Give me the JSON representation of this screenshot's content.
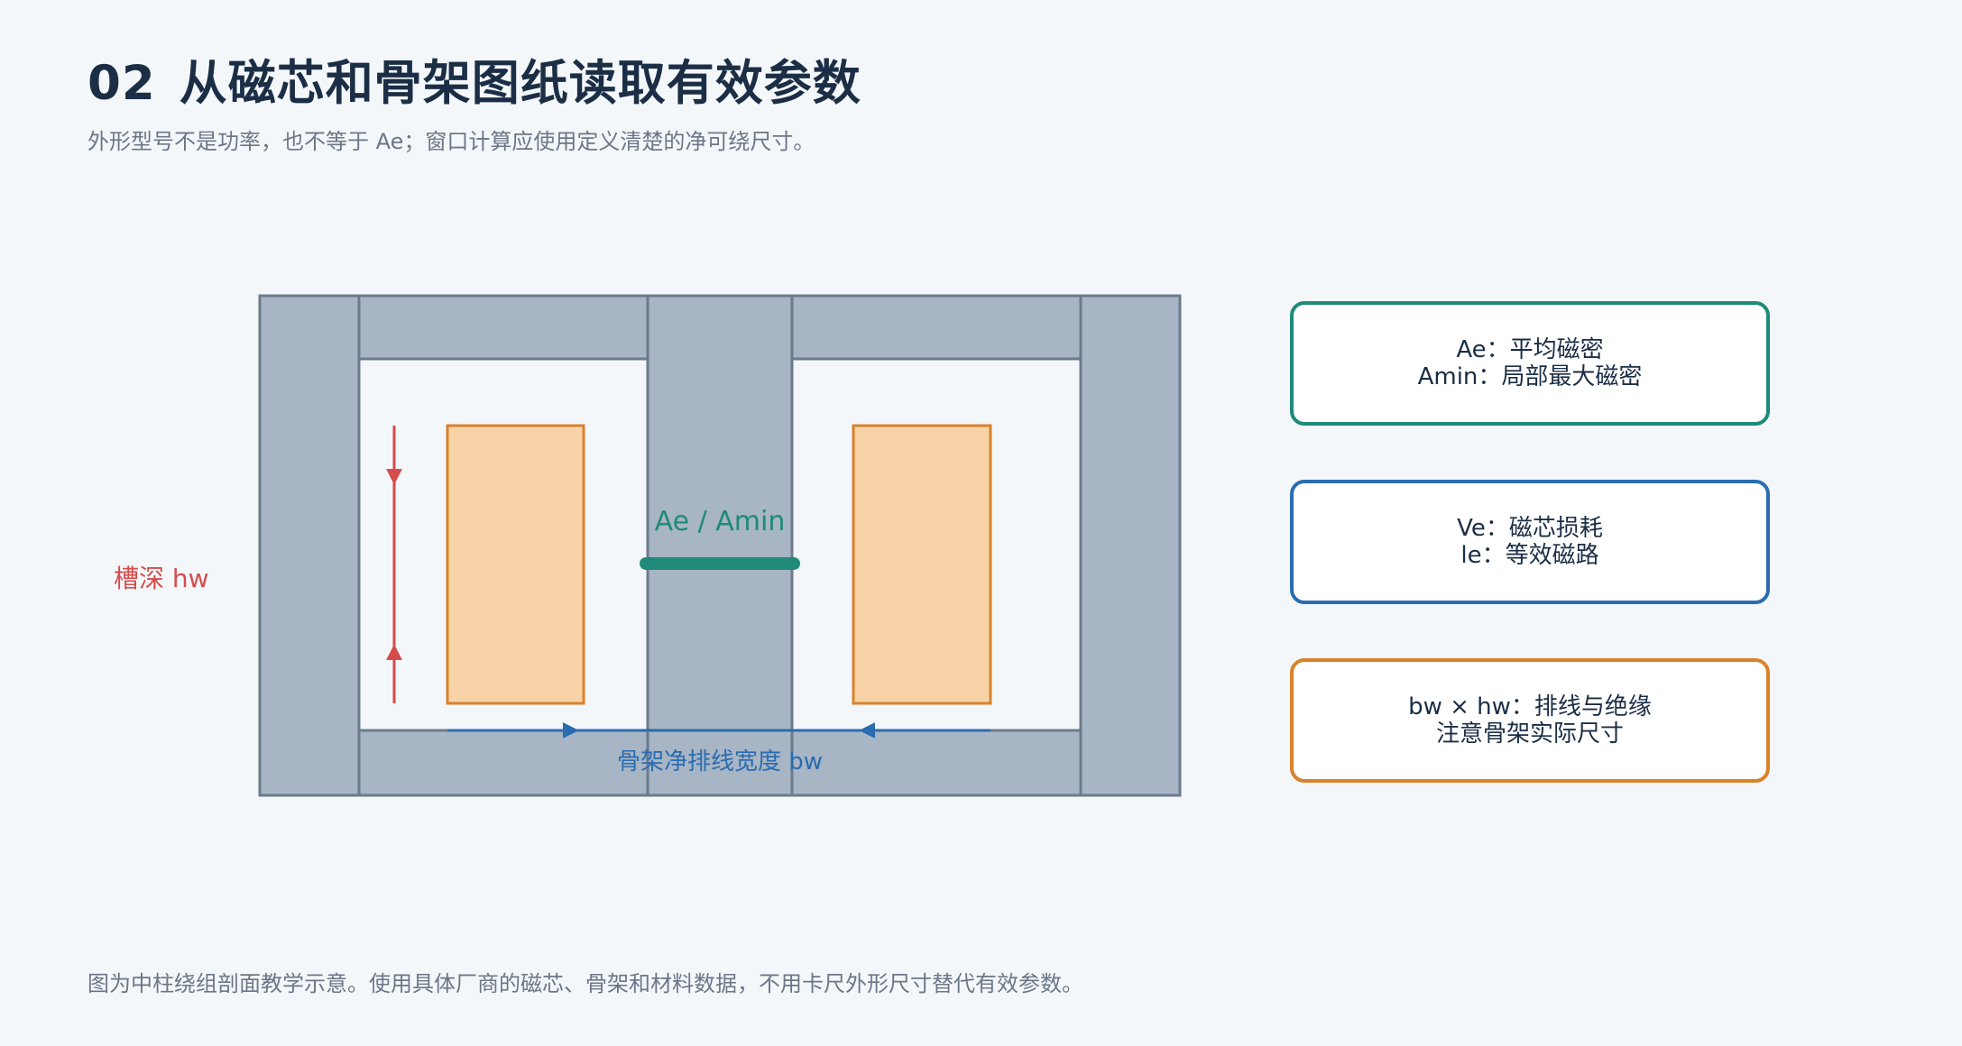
{
  "header": {
    "number": "02",
    "title": "从磁芯和骨架图纸读取有效参数",
    "subtitle": "外形型号不是功率，也不等于 Ae；窗口计算应使用定义清楚的净可绕尺寸。"
  },
  "diagram": {
    "center_leg_label": "Ae / Amin",
    "depth_label": "槽深 hw",
    "width_label": "骨架净排线宽度 bw"
  },
  "cards": [
    {
      "line1": "Ae：平均磁密",
      "line2": "Amin：局部最大磁密",
      "color": "#1f8a7a"
    },
    {
      "line1": "Ve：磁芯损耗",
      "line2": "le：等效磁路",
      "color": "#2a6cb0"
    },
    {
      "line1": "bw × hw：排线与绝缘",
      "line2": "注意骨架实际尺寸",
      "color": "#d9822b"
    }
  ],
  "footer": {
    "note": "图为中柱绕组剖面教学示意。使用具体厂商的磁芯、骨架和材料数据，不用卡尺外形尺寸替代有效参数。"
  },
  "colors": {
    "core": "#a7b5c5",
    "core_stroke": "#6b7b8c",
    "coil_fill": "#f8d3a8",
    "coil_stroke": "#d9822b",
    "depth_arrow": "#d64b4b",
    "width_arrow": "#2a6cb0",
    "ae_bar": "#1f8a7a"
  }
}
